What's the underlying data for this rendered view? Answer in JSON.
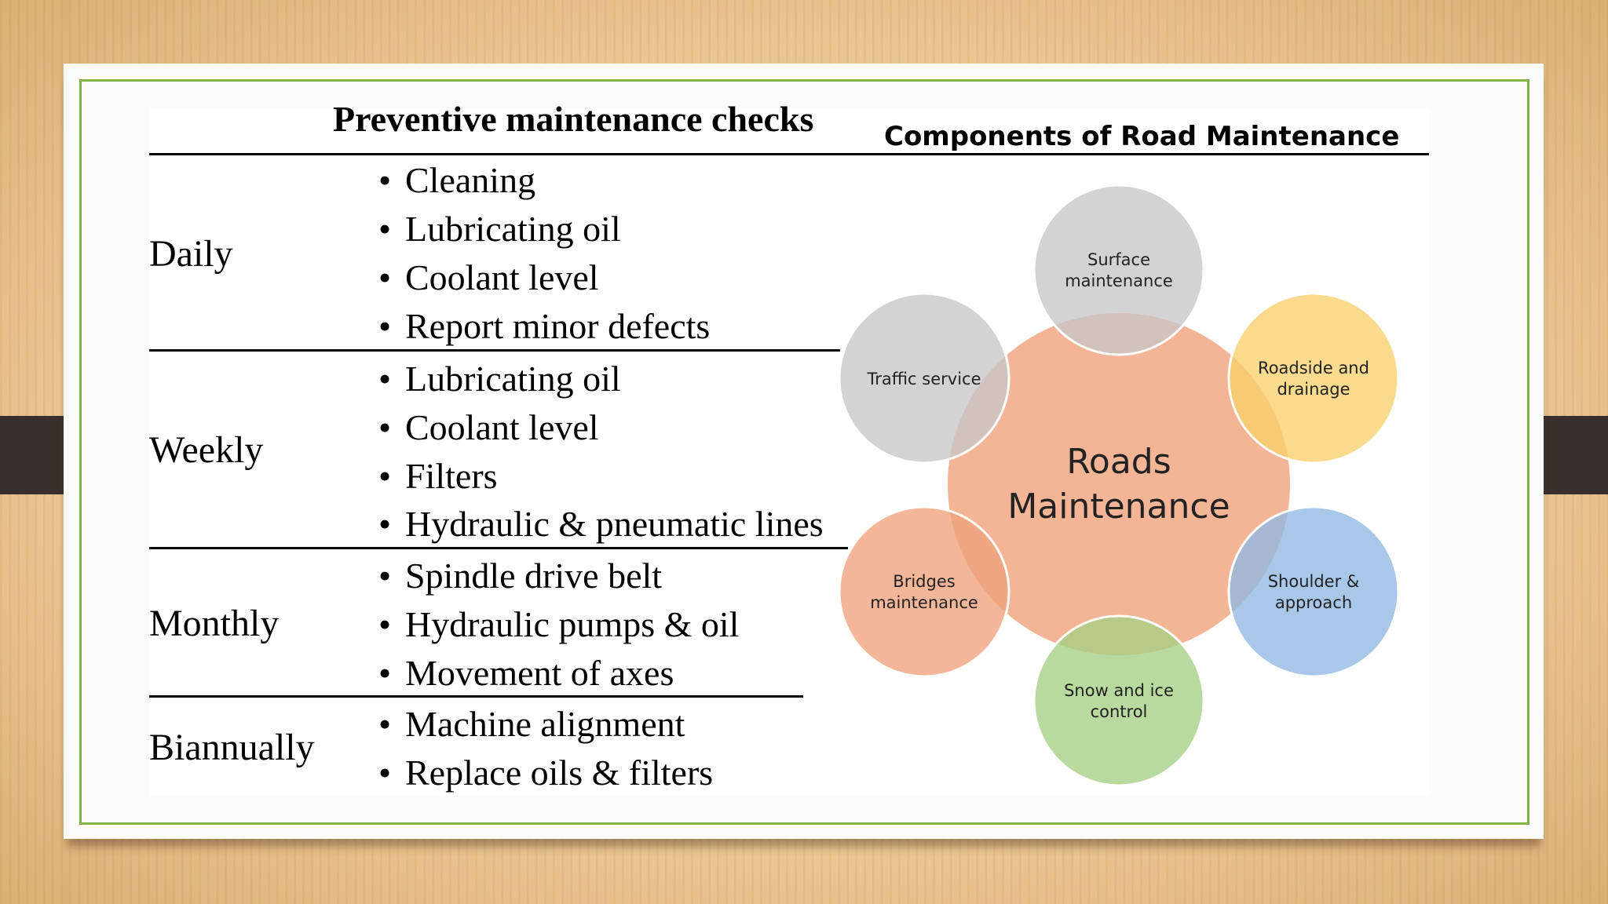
{
  "table": {
    "title": "Preventive maintenance checks",
    "rows": [
      {
        "period": "Daily",
        "items": [
          "Cleaning",
          "Lubricating oil",
          "Coolant level",
          "Report minor defects"
        ]
      },
      {
        "period": "Weekly",
        "items": [
          "Lubricating oil",
          "Coolant level",
          "Filters",
          "Hydraulic & pneumatic lines"
        ]
      },
      {
        "period": "Monthly",
        "items": [
          "Spindle drive belt",
          "Hydraulic pumps & oil",
          "Movement of axes"
        ]
      },
      {
        "period": "Biannually",
        "items": [
          "Machine alignment",
          "Replace oils & filters"
        ]
      }
    ]
  },
  "diagram": {
    "title": "Components of Road Maintenance",
    "center": {
      "line1": "Roads",
      "line2": "Maintenance",
      "color": "#f0a27c"
    },
    "components": [
      {
        "line1": "Surface",
        "line2": "maintenance",
        "color": "#c6c6c6"
      },
      {
        "line1": "Roadside and",
        "line2": "drainage",
        "color": "#f9cf6c"
      },
      {
        "line1": "Shoulder &",
        "line2": "approach",
        "color": "#8fb7e3"
      },
      {
        "line1": "Snow and ice",
        "line2": "control",
        "color": "#a5cf83"
      },
      {
        "line1": "Bridges",
        "line2": "maintenance",
        "color": "#f0a27c"
      },
      {
        "line1": "Traffic service",
        "line2": "",
        "color": "#c6c6c6"
      }
    ]
  },
  "colors": {
    "frame_border": "#7cb342",
    "card_background": "#fbfbfb"
  }
}
